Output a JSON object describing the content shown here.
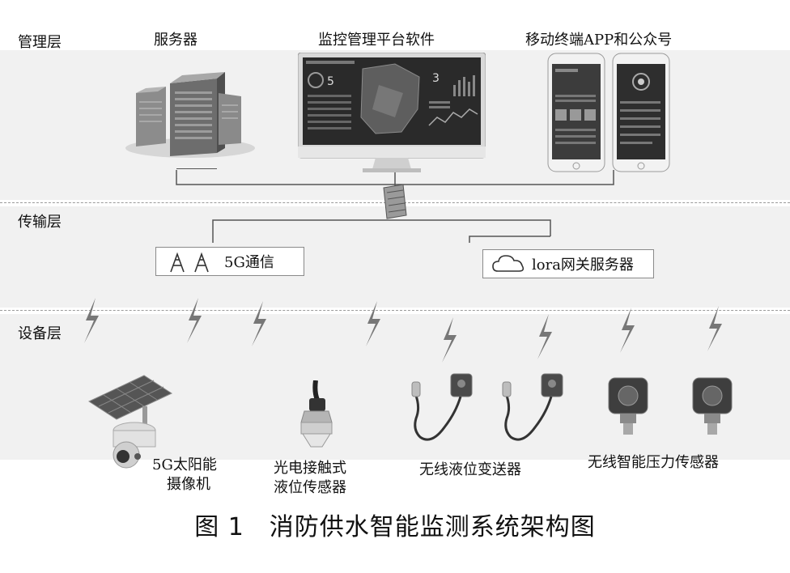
{
  "layers": {
    "management": "管理层",
    "transmission": "传输层",
    "device": "设备层"
  },
  "management": {
    "server_label": "服务器",
    "platform_label": "监控管理平台软件",
    "mobile_label": "移动终端APP和公众号",
    "platform_screen_value": "5",
    "platform_screen_value_2": "3"
  },
  "transmission": {
    "fiveg_label": "5G通信",
    "lora_label": "lora网关服务器"
  },
  "devices": {
    "camera_line1": "5G太阳能",
    "camera_line2": "摄像机",
    "optical_line1": "光电接触式",
    "optical_line2": "液位传感器",
    "level_label": "无线液位变送器",
    "pressure_label": "无线智能压力传感器"
  },
  "caption": "图 1　消防供水智能监测系统架构图"
}
